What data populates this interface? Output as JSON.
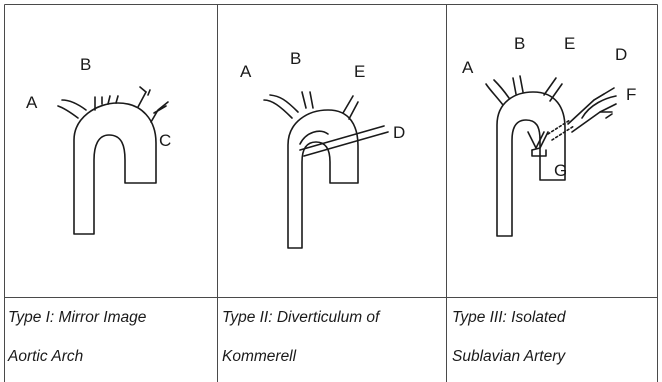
{
  "panels": [
    {
      "labels": {
        "A": "A",
        "B": "B",
        "C": "C"
      },
      "caption_line1": "Type I: Mirror Image",
      "caption_line2": "Aortic Arch"
    },
    {
      "labels": {
        "A": "A",
        "B": "B",
        "E": "E",
        "D": "D"
      },
      "caption_line1": "Type II: Diverticulum of",
      "caption_line2": "Kommerell"
    },
    {
      "labels": {
        "A": "A",
        "B": "B",
        "E": "E",
        "D": "D",
        "F": "F",
        "G": "G"
      },
      "caption_line1": "Type III: Isolated",
      "caption_line2": "Sublavian Artery"
    }
  ],
  "colors": {
    "line": "#1a1a1a",
    "grid": "#4a4a4a",
    "background": "#ffffff"
  }
}
